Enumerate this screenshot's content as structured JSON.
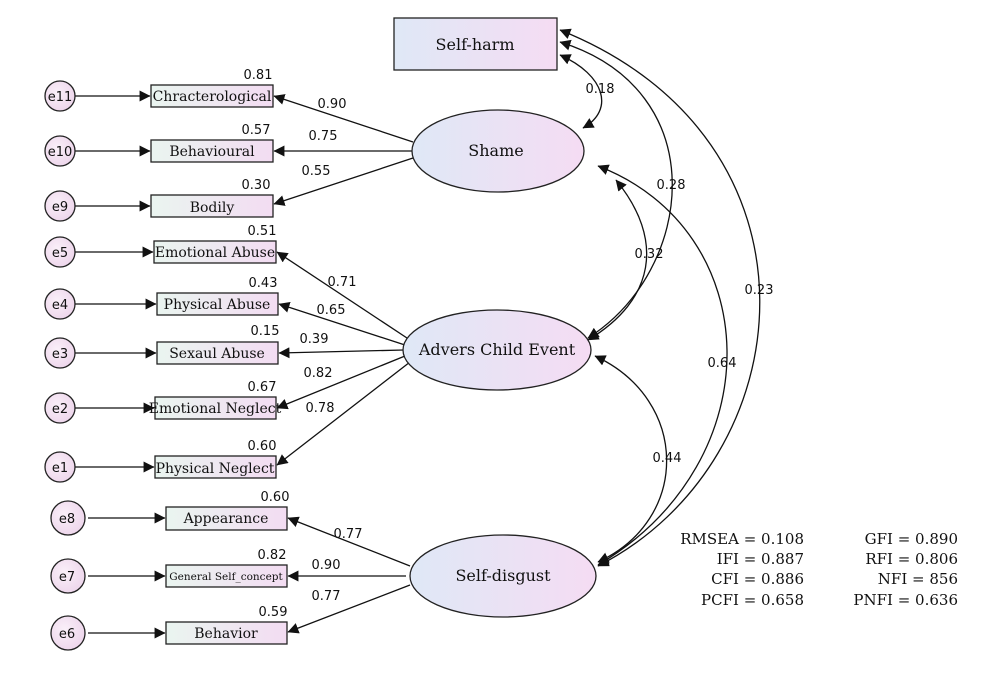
{
  "latent": {
    "self_harm": "Self-harm",
    "shame": "Shame",
    "adverse_child_event": "Advers Child Event",
    "self_disgust": "Self-disgust"
  },
  "indicators": {
    "chracterological": {
      "label": "Chracterological",
      "error": "e11",
      "r2": "0.81",
      "loading": "0.90"
    },
    "behavioural": {
      "label": "Behavioural",
      "error": "e10",
      "r2": "0.57",
      "loading": "0.75"
    },
    "bodily": {
      "label": "Bodily",
      "error": "e9",
      "r2": "0.30",
      "loading": "0.55"
    },
    "emotional_abuse": {
      "label": "Emotional Abuse",
      "error": "e5",
      "r2": "0.51",
      "loading": "0.71"
    },
    "physical_abuse": {
      "label": "Physical Abuse",
      "error": "e4",
      "r2": "0.43",
      "loading": "0.65"
    },
    "sexaul_abuse": {
      "label": "Sexaul Abuse",
      "error": "e3",
      "r2": "0.15",
      "loading": "0.39"
    },
    "emotional_neglect": {
      "label": "Emotional Neglect",
      "error": "e2",
      "r2": "0.67",
      "loading": "0.82"
    },
    "physical_neglect": {
      "label": "Physical Neglect",
      "error": "e1",
      "r2": "0.60",
      "loading": "0.78"
    },
    "appearance": {
      "label": "Appearance",
      "error": "e8",
      "r2": "0.60",
      "loading": "0.77"
    },
    "general_self_concept": {
      "label": "General Self_concept",
      "error": "e7",
      "r2": "0.82",
      "loading": "0.90"
    },
    "behavior": {
      "label": "Behavior",
      "error": "e6",
      "r2": "0.59",
      "loading": "0.77"
    }
  },
  "covariances": {
    "selfharm_shame": "0.18",
    "selfharm_ace": "0.28",
    "shame_ace": "0.32",
    "selfharm_disgust": "0.23",
    "shame_disgust": "0.64",
    "ace_disgust": "0.44"
  },
  "fit_indices": {
    "rmsea": "RMSEA = 0.108",
    "ifi": "IFI = 0.887",
    "cfi": "CFI = 0.886",
    "pcfi": "PCFI = 0.658",
    "gfi": "GFI = 0.890",
    "rfi": "RFI = 0.806",
    "nfi": "NFI = 856",
    "pnfi": "PNFI = 0.636"
  },
  "colors": {
    "latent_fill_left": "#dfe8f6",
    "latent_fill_right": "#f5dcf3",
    "box_fill_left": "#eaf5f0",
    "box_fill_right": "#f3dcf2",
    "error_fill": "#f3e1f2"
  }
}
